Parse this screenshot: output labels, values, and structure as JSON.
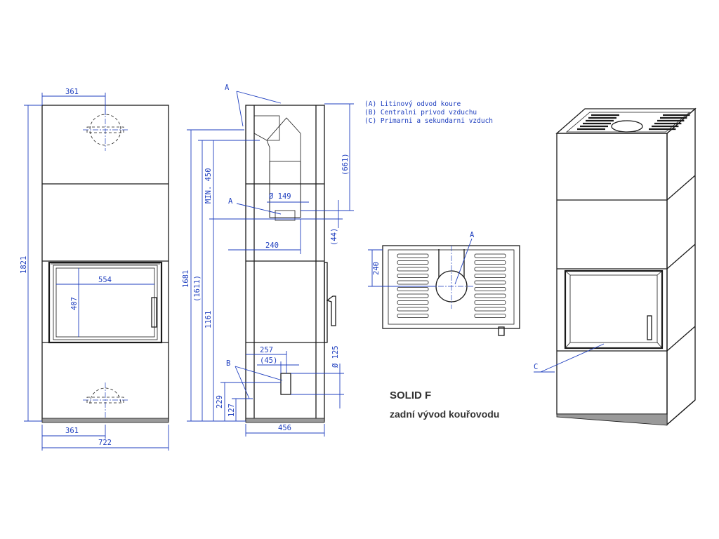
{
  "legend": [
    "(A)  Litinový odvod koure",
    "(B)  Centralni privod vzduchu",
    "(C)  Primarni a sekundarni vzduch"
  ],
  "title": "SOLID F",
  "subtitle": "zadní vývod kouřovodu",
  "front_view": {
    "dim_top_width": "361",
    "dim_height": "1821",
    "dim_door_width": "554",
    "dim_door_height": "407",
    "dim_bottom_width": "361",
    "dim_total_width": "722"
  },
  "side_view": {
    "label_a_top": "A",
    "label_a_mid": "A",
    "label_b": "B",
    "dim_min_450": "MIN. 450",
    "dim_1681": "1681",
    "dim_1611": "(1611)",
    "dim_1161": "1161",
    "dim_229": "229",
    "dim_127": "127",
    "dim_661": "(661)",
    "dim_44": "(44)",
    "dim_149": "Ø 149",
    "dim_240": "240",
    "dim_257": "257",
    "dim_45": "(45)",
    "dim_125": "Ø 125",
    "dim_456": "456"
  },
  "top_view": {
    "dim_240": "240",
    "label_a": "A"
  },
  "iso_view": {
    "label_c": "C"
  }
}
